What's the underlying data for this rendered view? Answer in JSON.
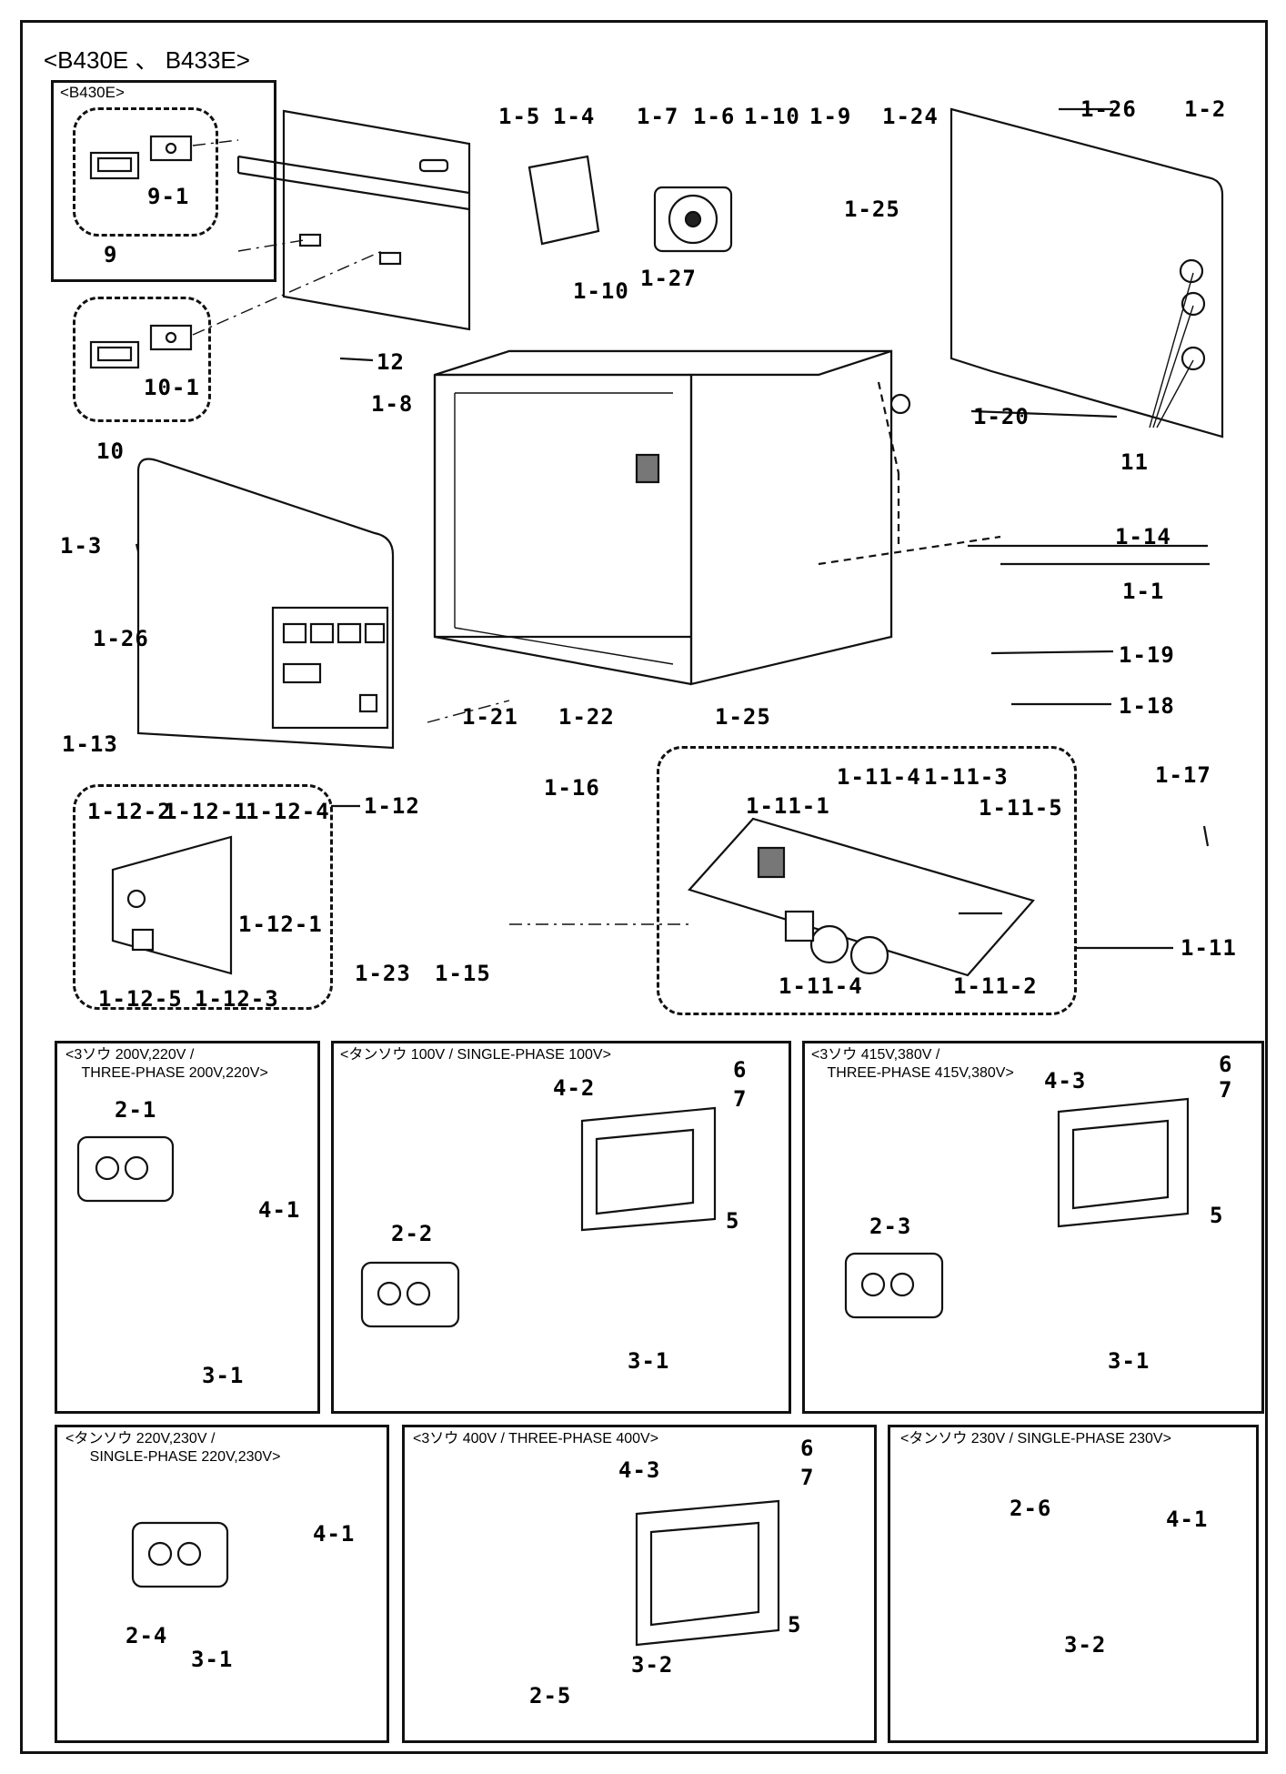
{
  "title": "<B430E 、 B433E>",
  "main": {
    "b430e_header": "<B430E>",
    "labels": [
      "1-26",
      "1-2",
      "1-5",
      "1-4",
      "1-7",
      "1-6",
      "1-10",
      "1-9",
      "1-24",
      "1-25",
      "9-1",
      "9",
      "1-10",
      "1-27",
      "12",
      "10-1",
      "10",
      "1-8",
      "1-20",
      "11",
      "1-3",
      "1-14",
      "1-1",
      "1-26",
      "1-19",
      "1-18",
      "1-13",
      "1-21",
      "1-22",
      "1-25",
      "1-12",
      "1-12-2",
      "1-12-1",
      "1-12-4",
      "1-16",
      "1-11-4",
      "1-11-3",
      "1-17",
      "1-11-1",
      "1-11-5",
      "1-12-1",
      "1-23",
      "1-15",
      "1-11",
      "1-12-5",
      "1-12-3",
      "1-11-4",
      "1-11-2"
    ]
  },
  "panels": [
    {
      "header": "<3ソウ 200V,220V /\n    THREE-PHASE 200V,220V>",
      "labels": [
        "2-1",
        "4-1",
        "3-1"
      ]
    },
    {
      "header": "<タンソウ 100V / SINGLE-PHASE 100V>",
      "labels": [
        "6",
        "4-2",
        "7",
        "5",
        "2-2",
        "3-1"
      ]
    },
    {
      "header": "<3ソウ 415V,380V /\n    THREE-PHASE 415V,380V>",
      "labels": [
        "6",
        "4-3",
        "7",
        "5",
        "2-3",
        "3-1"
      ]
    },
    {
      "header": "<タンソウ 220V,230V /\n      SINGLE-PHASE 220V,230V>",
      "labels": [
        "4-1",
        "2-4",
        "3-1"
      ]
    },
    {
      "header": "<3ソウ 400V / THREE-PHASE 400V>",
      "labels": [
        "6",
        "4-3",
        "7",
        "5",
        "2-5",
        "3-2"
      ]
    },
    {
      "header": "<タンソウ 230V / SINGLE-PHASE 230V>",
      "labels": [
        "2-6",
        "4-1",
        "3-2"
      ]
    }
  ]
}
